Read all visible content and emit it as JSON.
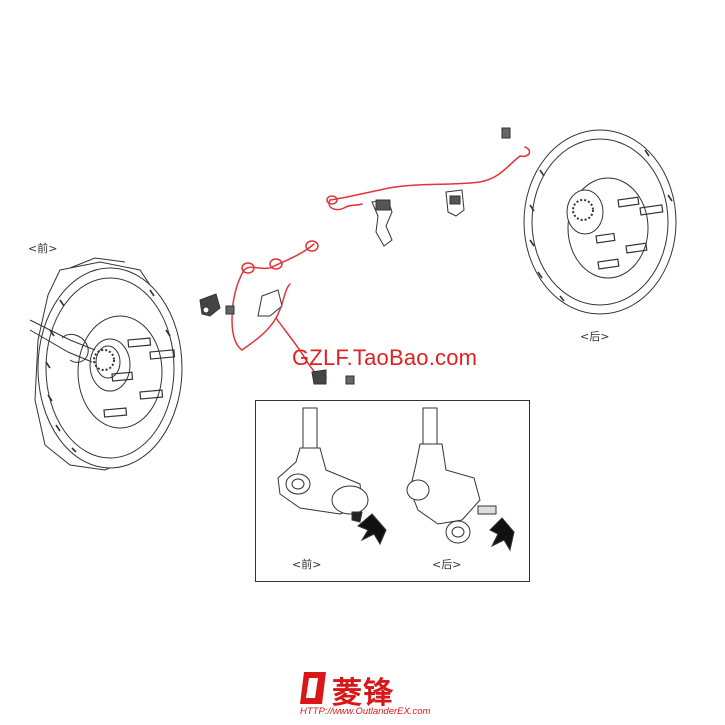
{
  "labels": {
    "front": "<前>",
    "rear": "<后>",
    "inset_front": "<前>",
    "inset_rear": "<后>"
  },
  "watermark": "GZLF.TaoBao.com",
  "logo": {
    "text": "菱锋",
    "url": "HTTP://www.OutlanderEX.com"
  },
  "colors": {
    "harness": "#e0363a",
    "line": "#333333",
    "brand": "#d81818"
  }
}
